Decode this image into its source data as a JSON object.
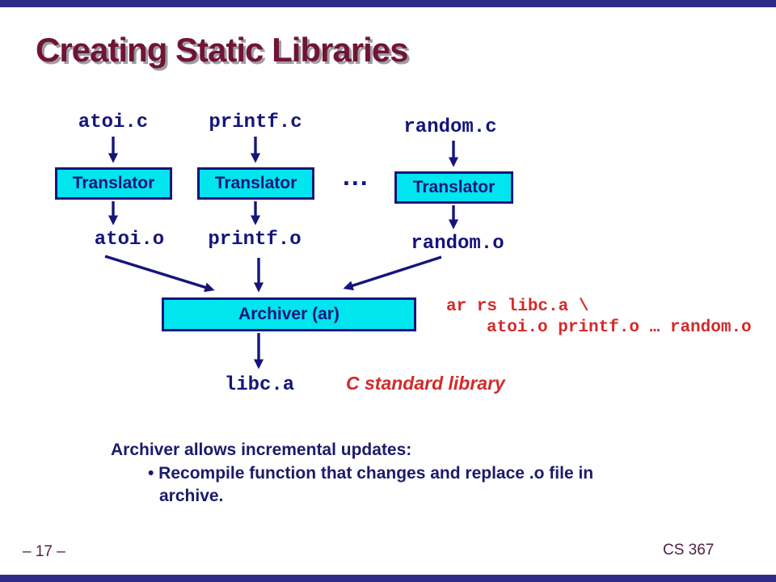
{
  "slide": {
    "title": "Creating Static Libraries",
    "page_number": "– 17 –",
    "course": "CS 367"
  },
  "diagram": {
    "sources": [
      "atoi.c",
      "printf.c",
      "random.c"
    ],
    "translator_label": "Translator",
    "ellipsis": "...",
    "objects": [
      "atoi.o",
      "printf.o",
      "random.o"
    ],
    "archiver_label": "Archiver (ar)",
    "output": "libc.a",
    "caption": "C standard library",
    "command_line1": "ar rs libc.a \\",
    "command_line2": "atoi.o printf.o … random.o"
  },
  "notes": {
    "heading": "Archiver allows incremental updates:",
    "bullet_line1": "• Recompile function that changes and replace .o file in",
    "bullet_line2": "archive."
  },
  "colors": {
    "navy": "#15157B",
    "cyan_fill": "#00E5EE",
    "title_maroon": "#701437",
    "red": "#D42A2A",
    "border_bar": "#2C2C86",
    "footer_text": "#4F2145"
  }
}
